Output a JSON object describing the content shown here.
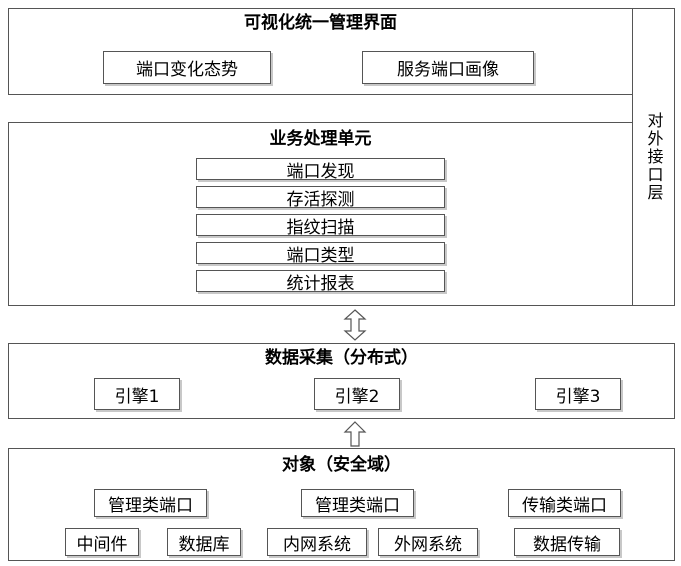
{
  "layers": {
    "visual": {
      "title": "可视化统一管理界面",
      "items": [
        "端口变化态势",
        "服务端口画像"
      ]
    },
    "business": {
      "title": "业务处理单元",
      "items": [
        "端口发现",
        "存活探测",
        "指纹扫描",
        "端口类型",
        "统计报表"
      ]
    },
    "collect": {
      "title": "数据采集（分布式）",
      "items": [
        "引擎1",
        "引擎2",
        "引擎3"
      ]
    },
    "object": {
      "title": "对象（安全域）",
      "row1": [
        "管理类端口",
        "管理类端口",
        "传输类端口"
      ],
      "row2": [
        "中间件",
        "数据库",
        "内网系统",
        "外网系统",
        "数据传输"
      ]
    }
  },
  "interface_layer": "对外接口层"
}
